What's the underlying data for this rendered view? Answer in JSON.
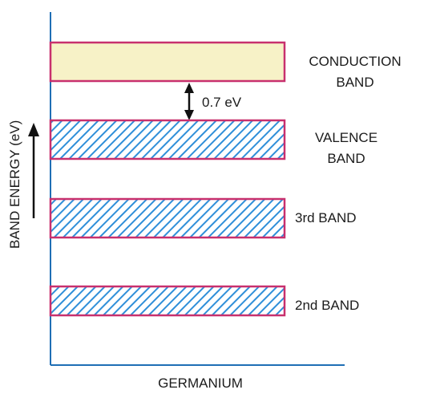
{
  "diagram": {
    "y_axis_label": "BAND  ENERGY (eV)",
    "x_axis_label": "GERMANIUM",
    "gap_label": "0.7 eV",
    "bands": [
      {
        "name": "conduction",
        "line1": "CONDUCTION",
        "line2": "BAND",
        "fill": "pale-yellow"
      },
      {
        "name": "valence",
        "line1": "VALENCE",
        "line2": "BAND",
        "fill": "blue-hatched"
      },
      {
        "name": "third",
        "line1": "3rd BAND",
        "line2": "",
        "fill": "blue-hatched"
      },
      {
        "name": "second",
        "line1": "2nd BAND",
        "line2": "",
        "fill": "blue-hatched"
      }
    ]
  },
  "colors": {
    "axis": "#1f6fb5",
    "band_border": "#c8306e",
    "conduction_fill": "#f7f2c7",
    "hatch_line": "#2f8fd9",
    "arrow": "#111111",
    "text": "#1b1b1b"
  },
  "icons": {
    "up_arrow": "arrow-up-icon",
    "gap_arrow": "double-arrow-icon"
  }
}
